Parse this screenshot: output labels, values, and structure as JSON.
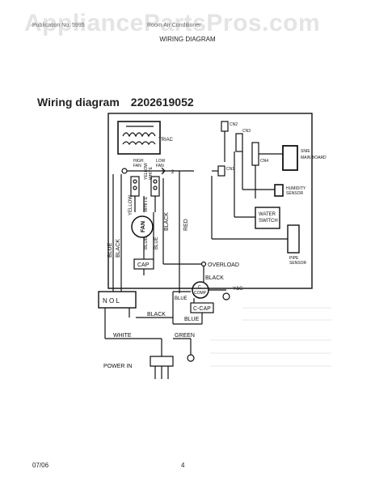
{
  "header": {
    "watermark": "AppliancePartsPros.com",
    "left_text": "Publication No. 5995",
    "right_text": "Room Air Conditioner",
    "center_title": "WIRING DIAGRAM"
  },
  "title": {
    "label": "Wiring diagram",
    "number": "2202619052"
  },
  "labels": {
    "triac": "TRIAC",
    "cn2": "CN2",
    "cn3": "CN3",
    "cn4": "CN4",
    "cn1": "CN1",
    "main_board": "MAIN BOARD",
    "humidity_sensor_1": "HUMIDITY",
    "humidity_sensor_2": "SENSOR",
    "water_switch_1": "WATER",
    "water_switch_2": "SWITCH",
    "pipe_sensor_1": "PIPE",
    "pipe_sensor_2": "SENSOR",
    "high_fan_1": "HIGH",
    "high_fan_2": "FAN",
    "low_fan_1": "LOW",
    "low_fan_2": "FAN",
    "yellow": "YELLOW",
    "white": "WHITE",
    "fan": "FAN",
    "blue": "BLUE",
    "black": "BLACK",
    "red": "RED",
    "cap": "CAP",
    "overload": "OVERLOAD",
    "comp_1": "C",
    "comp_2": "COMP",
    "c_cap": "C-CAP",
    "yg": "Y&G",
    "green": "GREEN",
    "power_in": "POWER  IN",
    "switch_marks": "N  O  L",
    "wire_no_1": "1",
    "wire_no_2": "2"
  },
  "footer": {
    "date": "07/06",
    "page": "4"
  }
}
